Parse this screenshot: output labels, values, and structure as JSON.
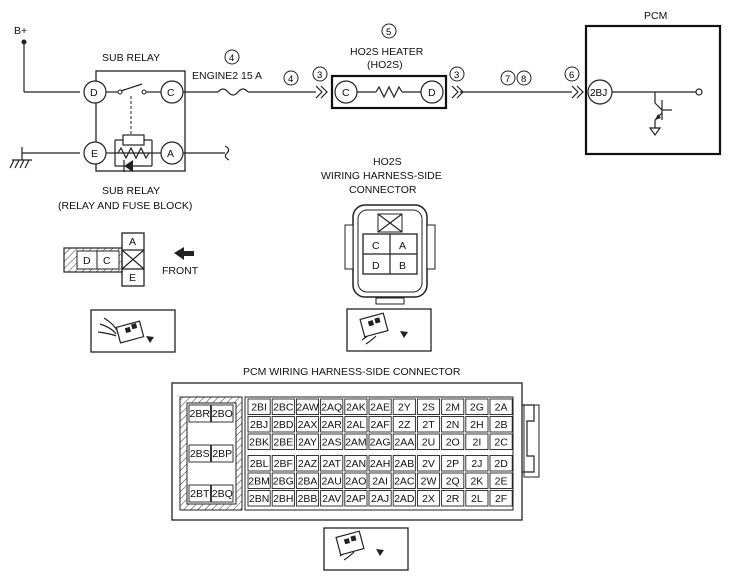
{
  "labels": {
    "battery": "B+",
    "pcm": "PCM",
    "sub_relay": "SUB RELAY",
    "fuse": "ENGINE2 15 A",
    "heater": "HO2S HEATER",
    "heater_sub": "(HO2S)",
    "sub_relay_caption_1": "SUB RELAY",
    "sub_relay_caption_2": "(RELAY AND FUSE BLOCK)",
    "ho2s_conn_1": "HO2S",
    "ho2s_conn_2": "WIRING HARNESS-SIDE",
    "ho2s_conn_3": "CONNECTOR",
    "front": "FRONT",
    "pcm_conn_title": "PCM WIRING HARNESS-SIDE CONNECTOR"
  },
  "callouts": [
    "4",
    "4",
    "5",
    "3",
    "3",
    "7",
    "8",
    "6"
  ],
  "relay_pins": {
    "d": "D",
    "c": "C",
    "e": "E",
    "a": "A"
  },
  "heater_pins": {
    "c": "C",
    "d": "D"
  },
  "pcm_pin": "2BJ",
  "relay_connector_pins": [
    "D",
    "C",
    "A",
    "E"
  ],
  "ho2s_connector_pins": [
    "C",
    "A",
    "D",
    "B"
  ],
  "pcm_left_block": [
    "2BR",
    "2BO",
    "2BS",
    "2BP",
    "2BT",
    "2BQ"
  ],
  "pcm_grid": [
    [
      "2BI",
      "2BC",
      "2AW",
      "2AQ",
      "2AK",
      "2AE",
      "2Y",
      "2S",
      "2M",
      "2G",
      "2A"
    ],
    [
      "2BJ",
      "2BD",
      "2AX",
      "2AR",
      "2AL",
      "2AF",
      "2Z",
      "2T",
      "2N",
      "2H",
      "2B"
    ],
    [
      "2BK",
      "2BE",
      "2AY",
      "2AS",
      "2AM",
      "2AG",
      "2AA",
      "2U",
      "2O",
      "2I",
      "2C"
    ],
    [
      "2BL",
      "2BF",
      "2AZ",
      "2AT",
      "2AN",
      "2AH",
      "2AB",
      "2V",
      "2P",
      "2J",
      "2D"
    ],
    [
      "2BM",
      "2BG",
      "2BA",
      "2AU",
      "2AO",
      "2AI",
      "2AC",
      "2W",
      "2Q",
      "2K",
      "2E"
    ],
    [
      "2BN",
      "2BH",
      "2BB",
      "2AV",
      "2AP",
      "2AJ",
      "2AD",
      "2X",
      "2R",
      "2L",
      "2F"
    ]
  ]
}
